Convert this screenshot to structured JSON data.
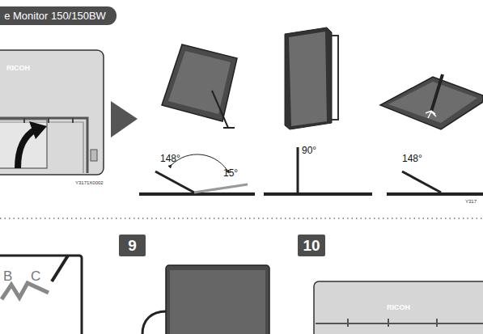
{
  "diagram": {
    "nodes": [
      {
        "text": [
          "e Monitor 150/150BW"
        ]
      },
      {
        "text": [
          "9"
        ]
      },
      {
        "text": [
          "10"
        ]
      }
    ],
    "labels": [
      "RICOH",
      "Y3171X0002",
      "148°",
      "15°",
      "90°",
      "148°",
      "Y317",
      "B",
      "C",
      "RICOH"
    ]
  }
}
